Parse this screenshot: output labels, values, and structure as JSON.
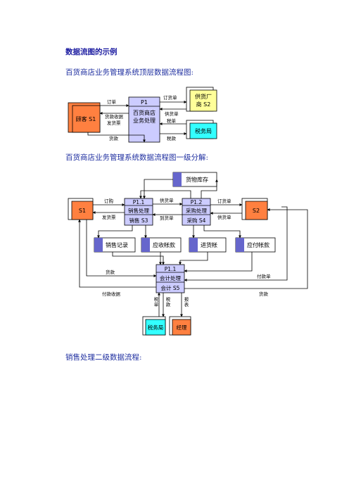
{
  "doc": {
    "title": "数据流图的示例",
    "h1": "百货商店业务管理系统顶层数据流程图:",
    "h2": "百货商店业务管理系统数据流程图一级分解:",
    "h3": "销售处理二级数据流程:"
  },
  "d1": {
    "p1_id": "P1",
    "p1_l1": "百货商店",
    "p1_l2": "业务处理",
    "customer": "顾客 S1",
    "supplier_l1": "供货厂",
    "supplier_l2": "商 S2",
    "tax": "税务局",
    "f_order": "订单",
    "f_receipt": "货款收据",
    "f_invoice": "发货票",
    "f_payment": "货款",
    "f_purchase_order": "订货单",
    "f_supply_order": "供货单",
    "f_tax_bill": "税单",
    "f_tax_money": "税款"
  },
  "d2": {
    "inventory": "货物库存",
    "p11_id": "P1.1",
    "p11_l1": "销售处理",
    "p11_l2": "销售 S3",
    "p12_id": "P1.2",
    "p12_l1": "采购处理",
    "p12_l2": "采购 S4",
    "s1": "S1",
    "s2": "S2",
    "store_sales": "销售记录",
    "store_receivable": "应收帐款",
    "store_purchase": "进货帐",
    "store_payable": "应付帐款",
    "acc_id": "P1.1",
    "acc_l1": "会计处理",
    "acc_l2": "会计 S5",
    "tax": "税务局",
    "manager": "经理",
    "f_order": "订购",
    "f_invoice": "发货票",
    "f_supply": "供货单",
    "f_arrival": "到货单",
    "f_purchase_order": "订货单",
    "f_supply_order": "供货单",
    "f_payment": "货款",
    "f_receipt": "付款收据",
    "f_payment_order": "付款单",
    "f_money": "货款",
    "v_tax_bill": "税单",
    "v_tax_money": "税款",
    "v_report": "报表"
  }
}
